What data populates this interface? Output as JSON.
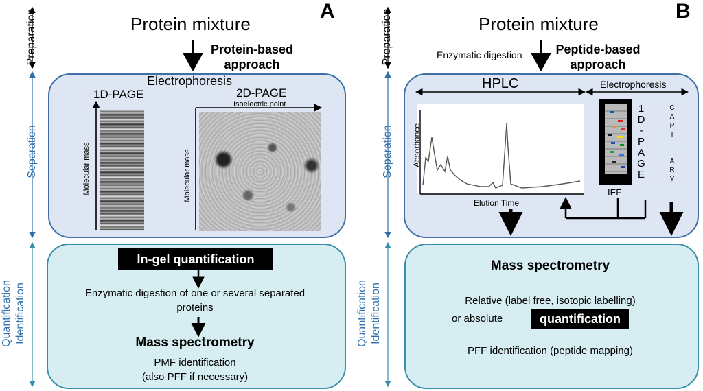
{
  "panelA": {
    "letter": "A",
    "title": "Protein  mixture",
    "approach_line1": "Protein-based",
    "approach_line2": "approach",
    "side_preparation": "Preparation",
    "side_separation": "Separation",
    "side_quant_line1": "Quantification",
    "side_quant_line2": "Identification",
    "electrophoresis": "Electrophoresis",
    "page1d": "1D-PAGE",
    "page2d": "2D-PAGE",
    "isoelectric_point": "Isoelectric point",
    "molecular_mass_1": "Molecular mass",
    "molecular_mass_2": "Molecular mass",
    "ingel": "In-gel quantification",
    "digestion_line1": "Enzymatic digestion of one or several separated",
    "digestion_line2": "proteins",
    "mass_spec": "Mass spectrometry",
    "pmf_line1": "PMF identification",
    "pmf_line2": "(also PFF if necessary)"
  },
  "panelB": {
    "letter": "B",
    "title": "Protein  mixture",
    "enzymatic": "Enzymatic digestion",
    "approach_line1": "Peptide-based",
    "approach_line2": "approach",
    "side_preparation": "Preparation",
    "side_separation": "Separation",
    "side_quant_line1": "Quantification",
    "side_quant_line2": "Identification",
    "hplc": "HPLC",
    "electrophoresis": "Electrophoresis",
    "absorbance": "Absorbance",
    "elution_time": "Elution Time",
    "ief": "IEF",
    "page1d_vertical": [
      "1",
      "D",
      "-",
      "P",
      "A",
      "G",
      "E"
    ],
    "capillary_vertical": [
      "C",
      "A",
      "P",
      "I",
      "L",
      "L",
      "A",
      "R",
      "Y"
    ],
    "mass_spec": "Mass spectrometry",
    "relative_line": "Relative (label free, isotopic labelling)",
    "absolute_prefix": "or absolute",
    "quantification": "quantification",
    "pff": "PFF identification (peptide mapping)"
  }
}
